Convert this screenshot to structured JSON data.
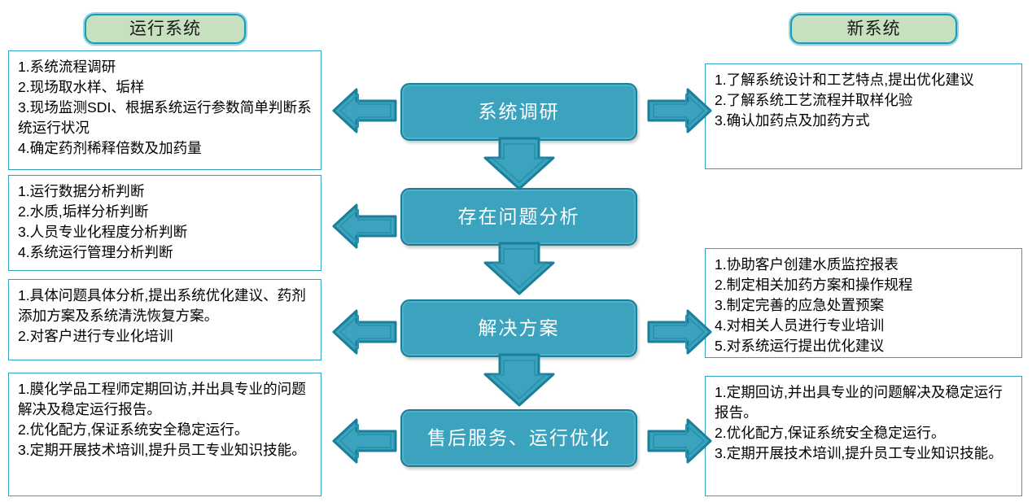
{
  "columns": {
    "left": {
      "title": "运行系统",
      "boxes": [
        "1.系统流程调研\n2.现场取水样、垢样\n3.现场监测SDI、根据系统运行参数简单判断系统运行状况\n4.确定药剂稀释倍数及加药量",
        "1.运行数据分析判断\n2.水质,垢样分析判断\n3.人员专业化程度分析判断\n4.系统运行管理分析判断",
        "1.具体问题具体分析,提出系统优化建议、药剂添加方案及系统清洗恢复方案。\n2.对客户进行专业化培训",
        "1.膜化学品工程师定期回访,并出具专业的问题解决及稳定运行报告。\n2.优化配方,保证系统安全稳定运行。\n3.定期开展技术培训,提升员工专业知识技能。"
      ]
    },
    "right": {
      "title": "新系统",
      "boxes": [
        "1.了解系统设计和工艺特点,提出优化建议\n2.了解系统工艺流程并取样化验\n3.确认加药点及加药方式",
        "1.协助客户创建水质监控报表\n2.制定相关加药方案和操作规程\n3.制定完善的应急处置预案\n4.对相关人员进行专业培训\n5.对系统运行提出优化建议",
        "1.定期回访,并出具专业的问题解决及稳定运行报告。\n2.优化配方,保证系统安全稳定运行。\n3.定期开展技术培训,提升员工专业知识技能。"
      ]
    },
    "center": {
      "steps": [
        "系统调研",
        "存在问题分析",
        "解决方案",
        "售后服务、运行优化"
      ]
    }
  },
  "connectors": {
    "left_arrows": [
      "arrow-left",
      "arrow-left",
      "arrow-left",
      "arrow-left"
    ],
    "right_arrows": [
      "arrow-right",
      "arrow-right",
      "arrow-right"
    ],
    "down_arrows": [
      "arrow-down",
      "arrow-down",
      "arrow-down"
    ]
  },
  "colors": {
    "process_fill": "#3ba3be",
    "process_border": "#1b7f99",
    "title_fill": "#c6e0c0",
    "title_border": "#1f99b3",
    "box_border": "#2e9fbe",
    "arrow_fill": "#3ba3be",
    "arrow_border": "#1b7f99",
    "text_dark": "#000000",
    "text_light": "#ffffff"
  },
  "watermark": {
    "text": ""
  }
}
